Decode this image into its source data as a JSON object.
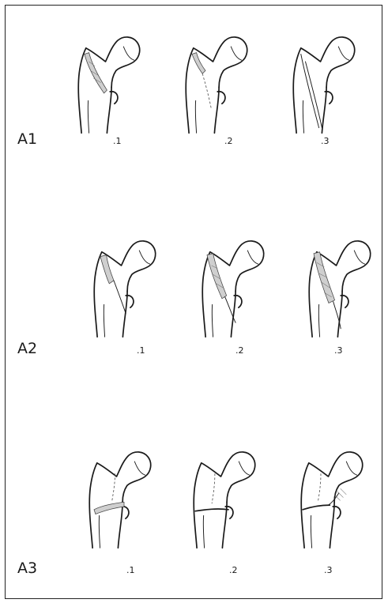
{
  "groups": [
    {
      "label": "A1",
      "sublabels": [
        ".1",
        ".2",
        ".3"
      ]
    },
    {
      "label": "A2",
      "sublabels": [
        ".1",
        ".2",
        ".3"
      ]
    },
    {
      "label": "A3",
      "sublabels": [
        ".1",
        ".2",
        ".3"
      ]
    }
  ]
}
